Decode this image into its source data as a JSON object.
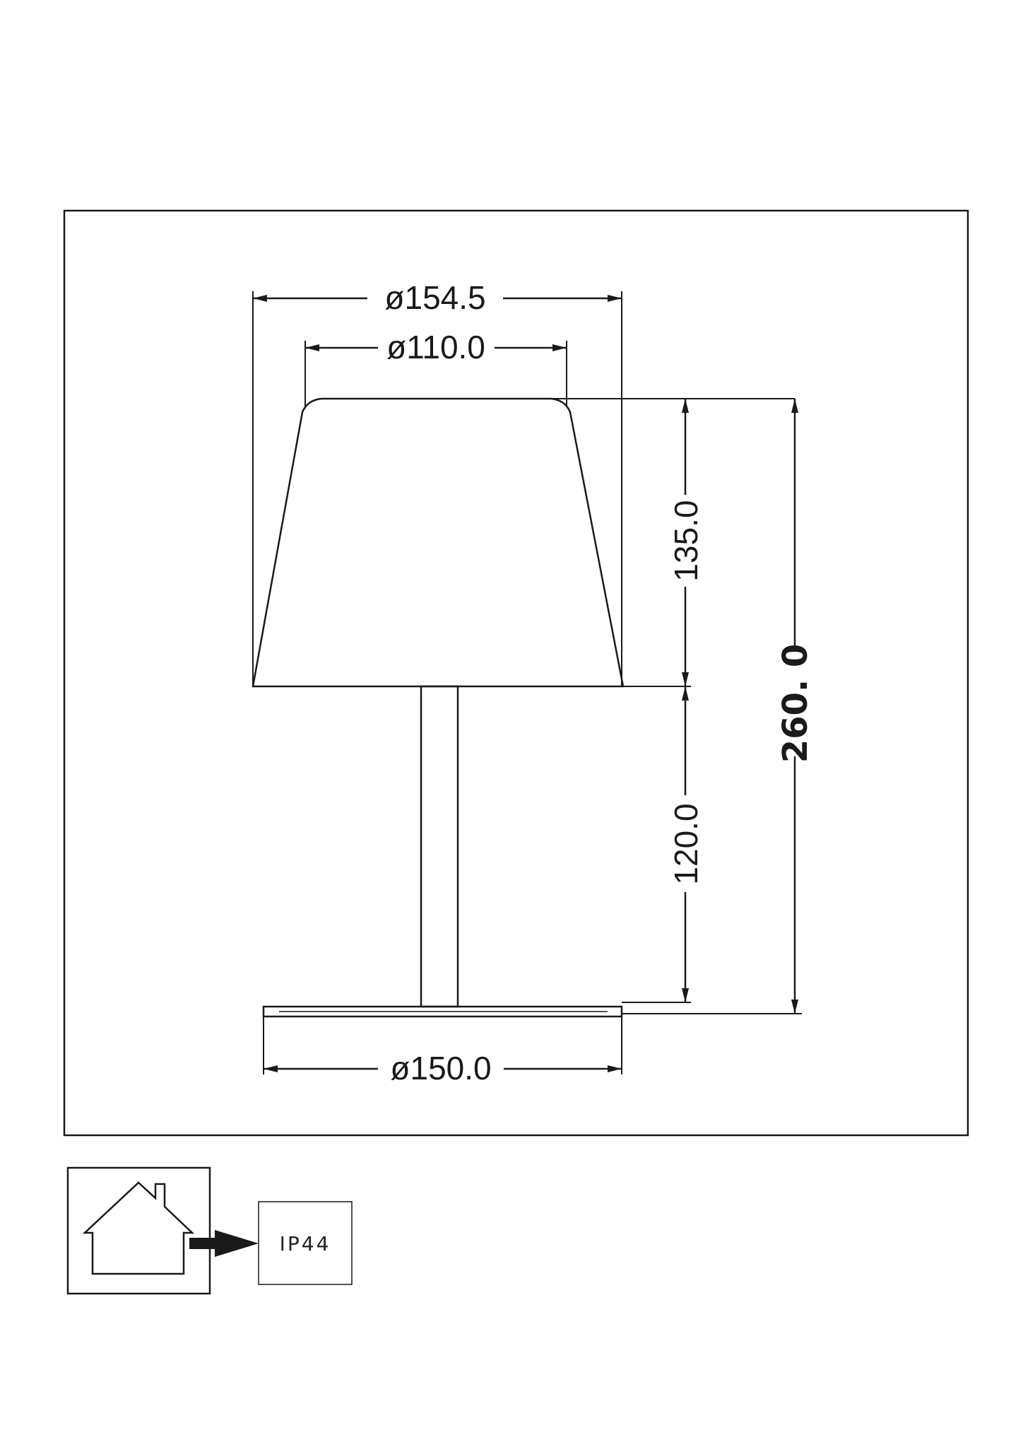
{
  "dimensions": {
    "shade_bottom_diameter": "ø154.5",
    "shade_top_diameter": "ø110.0",
    "shade_height": "135.0",
    "stem_height": "120.0",
    "total_height": "260. 0",
    "base_diameter": "ø150.0"
  },
  "rating": {
    "ip_label": "IP44"
  },
  "icons": {
    "house": "house-icon",
    "arrow": "arrow-right-icon"
  },
  "colors": {
    "line": "#1a1a1a",
    "background": "#ffffff"
  }
}
